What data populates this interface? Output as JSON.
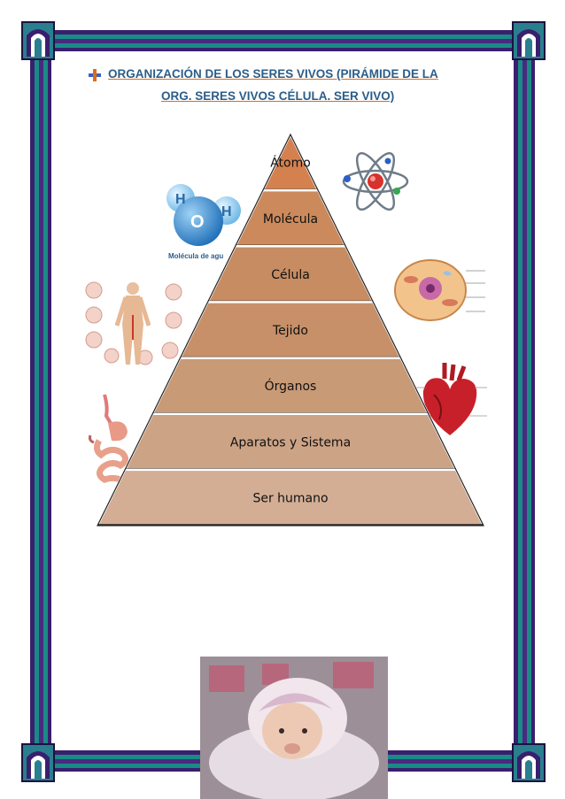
{
  "header": {
    "line1": "ORGANIZACIÓN DE LOS SERES VIVOS (PIRÁMIDE DE LA",
    "line2": "ORG. SERES VIVOS  CÉLULA. SER VIVO)"
  },
  "pyramid": {
    "levels": [
      "Átomo",
      "Molécula",
      "Célula",
      "Tejido",
      "Órganos",
      "Aparatos y Sistema",
      "Ser humano"
    ]
  },
  "images": {
    "water_molecule": {
      "atoms": [
        "H",
        "O",
        "H"
      ],
      "caption": "Molécula de agu"
    },
    "atom_icon": "atom-icon",
    "cell_icon": "cell-icon",
    "body_icon": "human-body-icon",
    "digestive_icon": "digestive-system-icon",
    "heart_icon": "heart-icon",
    "baby_photo": "baby-photo"
  },
  "colors": {
    "title": "#2a5d8a",
    "underline": "#e06a1a",
    "border_purple": "#3a1f6e",
    "border_teal": "#1a8a86"
  }
}
